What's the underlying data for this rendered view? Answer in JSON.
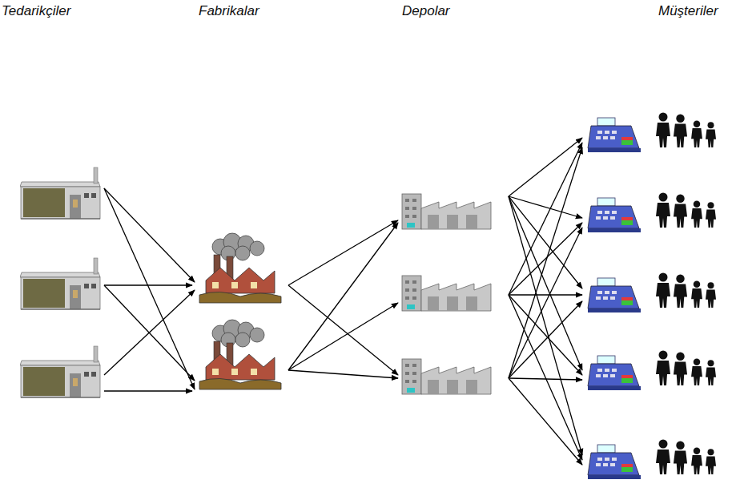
{
  "diagram": {
    "labels": [
      "Tedarikçiler",
      "Fabrikalar",
      "Depolar",
      "Müşteriler"
    ]
  }
}
